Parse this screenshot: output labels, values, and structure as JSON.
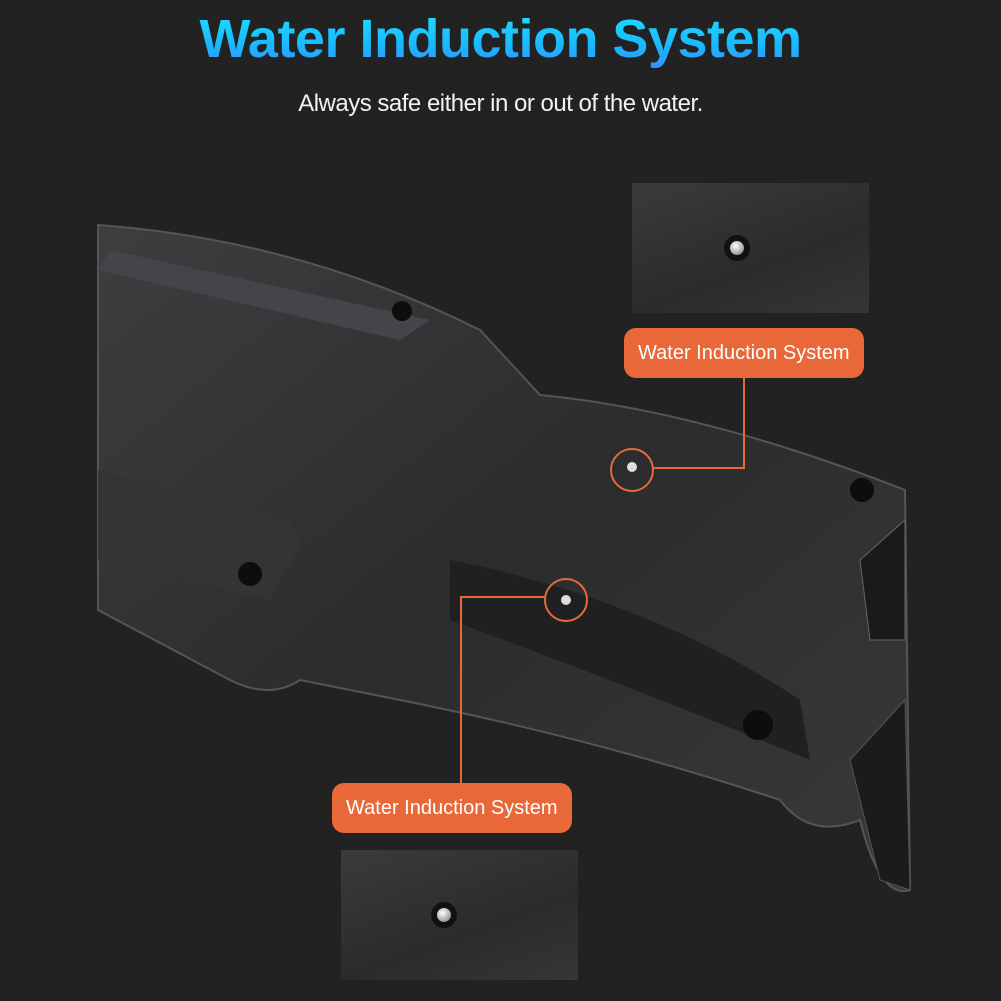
{
  "header": {
    "title": "Water Induction System",
    "subtitle": "Always safe either in or out of the water."
  },
  "callouts": [
    {
      "label": "Water Induction System"
    },
    {
      "label": "Water Induction System"
    }
  ],
  "colors": {
    "background": "#222223",
    "title_gradient_top": "#1fe3ff",
    "title_gradient_bottom": "#3a8dff",
    "callout": "#e8683a"
  }
}
